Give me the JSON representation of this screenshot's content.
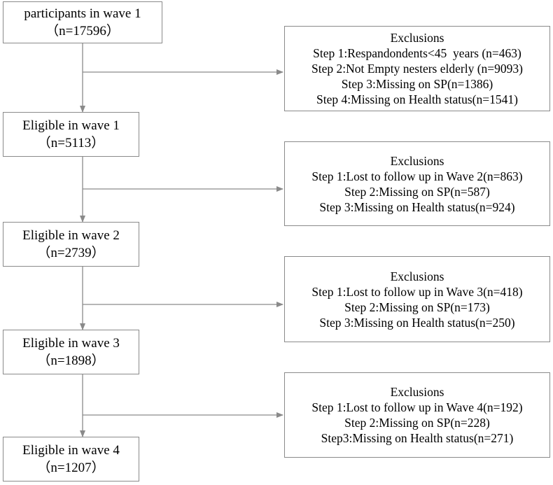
{
  "main_boxes": [
    {
      "title": "participants in wave 1",
      "count": "（n=17596）"
    },
    {
      "title": "Eligible in wave 1",
      "count": "（n=5113）"
    },
    {
      "title": "Eligible in wave 2",
      "count": "（n=2739）"
    },
    {
      "title": "Eligible in wave 3",
      "count": "（n=1898）"
    },
    {
      "title": "Eligible in wave 4",
      "count": "（n=1207）"
    }
  ],
  "exclusions": [
    {
      "heading": "Exclusions",
      "steps": [
        "Step 1:Respandondents<45  years (n=463)",
        "Step 2:Not Empty nesters elderly (n=9093)",
        "Step 3:Missing on SP(n=1386)",
        "Step 4:Missing on Health status(n=1541)"
      ]
    },
    {
      "heading": "Exclusions",
      "steps": [
        "Step 1:Lost to follow up in Wave 2(n=863)",
        "Step 2:Missing on SP(n=587)",
        "Step 3:Missing on Health status(n=924)"
      ]
    },
    {
      "heading": "Exclusions",
      "steps": [
        "Step 1:Lost to follow up in Wave 3(n=418)",
        "Step 2:Missing on SP(n=173)",
        "Step 3:Missing on Health status(n=250)"
      ]
    },
    {
      "heading": "Exclusions",
      "steps": [
        "Step 1:Lost to follow up in Wave 4(n=192)",
        "Step 2:Missing on SP(n=228)",
        "Step3:Missing on Health status(n=271)"
      ]
    }
  ],
  "colors": {
    "line": "#8a8a8a",
    "border": "#8a8a8a"
  }
}
